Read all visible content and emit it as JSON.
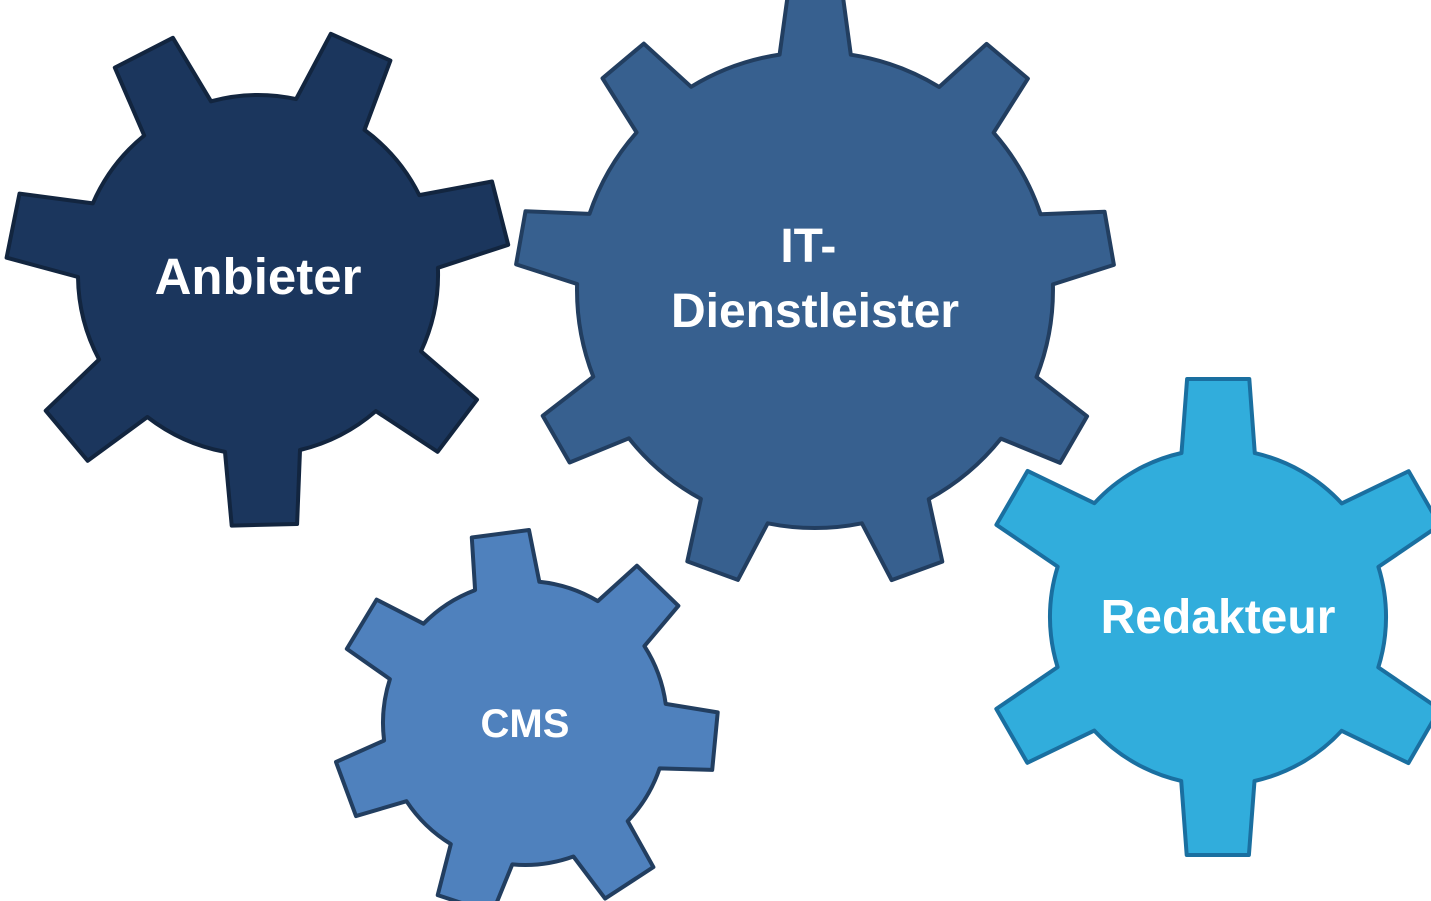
{
  "diagram": {
    "gears": [
      {
        "key": "anbieter",
        "label_lines": [
          "Anbieter"
        ],
        "color": "#1B365D",
        "stroke": "#12253F"
      },
      {
        "key": "it",
        "label_lines": [
          "IT-",
          "Dienstleister"
        ],
        "color": "#37608F",
        "stroke": "#223E60"
      },
      {
        "key": "cms",
        "label_lines": [
          "CMS"
        ],
        "color": "#4F81BD",
        "stroke": "#223E60"
      },
      {
        "key": "redakteur",
        "label_lines": [
          "Redakteur"
        ],
        "color": "#31ADDC",
        "stroke": "#1A6FA0"
      }
    ]
  }
}
